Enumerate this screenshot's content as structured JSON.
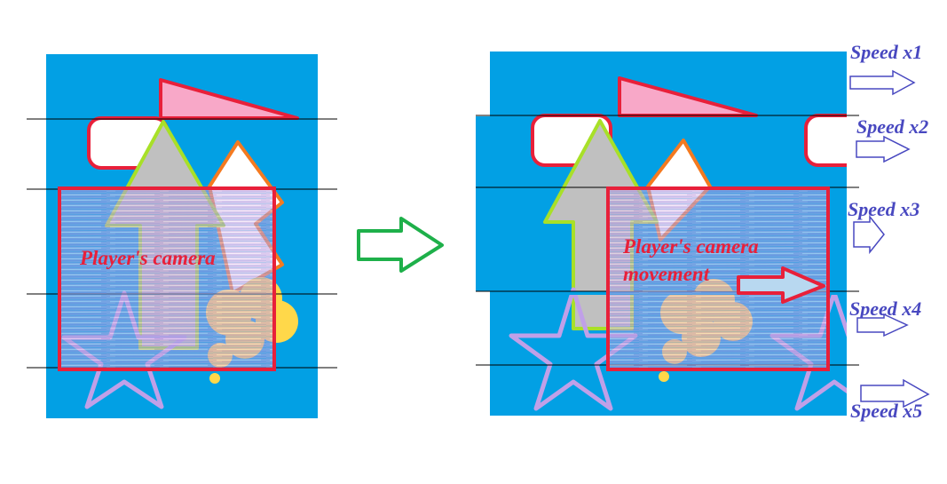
{
  "left_panel": {
    "camera_label": "Player's camera"
  },
  "right_panel": {
    "camera_label_line1": "Player's camera",
    "camera_label_line2": "movement"
  },
  "speed_labels": [
    "Speed x1",
    "Speed x2",
    "Speed x3",
    "Speed x4",
    "Speed x5"
  ],
  "colors": {
    "sky": "#02a0e4",
    "camera_frame": "#e8203a",
    "camera_fill": "#c8aee6",
    "transition_arrow": "#1eb04a",
    "speed_text": "#4848c0",
    "triangle_fill": "#f8a8c8",
    "arrow_fill": "#c0c0c0",
    "arrow_stroke": "#a8e028",
    "cloud": "#ffd84a",
    "star": "#c0a0e8"
  }
}
